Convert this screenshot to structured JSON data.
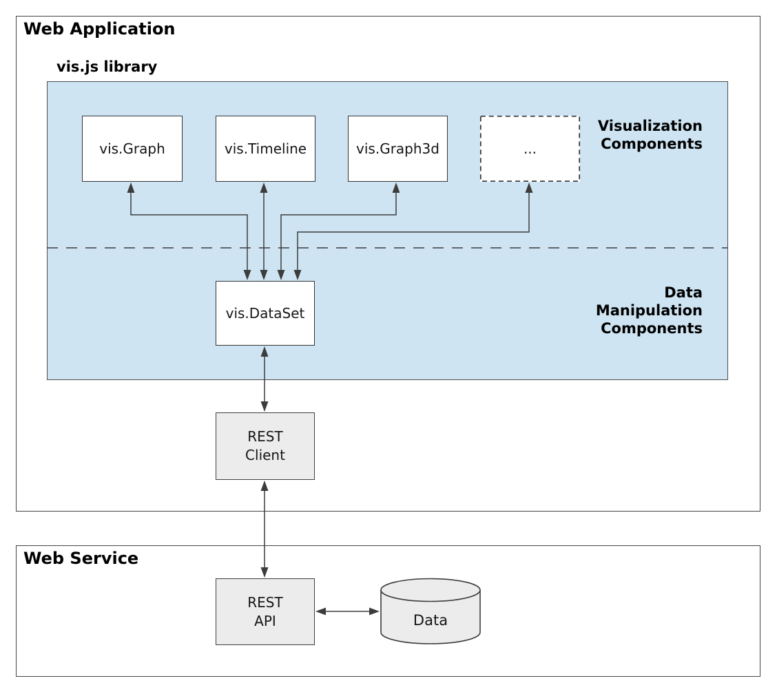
{
  "web_application": {
    "title": "Web Application",
    "visjs_library": {
      "title": "vis.js library",
      "section_labels": {
        "visualization": [
          "Visualization",
          "Components"
        ],
        "data_manipulation": [
          "Data",
          "Manipulation",
          "Components"
        ]
      },
      "visualization_components": [
        {
          "label": "vis.Graph",
          "border": "solid"
        },
        {
          "label": "vis.Timeline",
          "border": "solid"
        },
        {
          "label": "vis.Graph3d",
          "border": "solid"
        },
        {
          "label": "...",
          "border": "dashed"
        }
      ],
      "data_manipulation_components": [
        {
          "label": "vis.DataSet"
        }
      ]
    },
    "rest_client": {
      "label_lines": [
        "REST",
        "Client"
      ]
    }
  },
  "web_service": {
    "title": "Web Service",
    "rest_api": {
      "label_lines": [
        "REST",
        "API"
      ]
    },
    "data_store": {
      "label": "Data",
      "shape": "cylinder"
    }
  },
  "connections": [
    {
      "from": "vis.Graph",
      "to": "vis.DataSet",
      "bidirectional": true
    },
    {
      "from": "vis.Timeline",
      "to": "vis.DataSet",
      "bidirectional": true
    },
    {
      "from": "vis.Graph3d",
      "to": "vis.DataSet",
      "bidirectional": true
    },
    {
      "from": "...",
      "to": "vis.DataSet",
      "bidirectional": true
    },
    {
      "from": "vis.DataSet",
      "to": "REST Client",
      "bidirectional": true
    },
    {
      "from": "REST Client",
      "to": "REST API",
      "bidirectional": true
    },
    {
      "from": "REST API",
      "to": "Data",
      "bidirectional": true
    }
  ],
  "colors": {
    "library_fill": "#cee4f2",
    "box_fill_white": "#ffffff",
    "box_fill_gray": "#ececec",
    "box_border": "#333333",
    "outer_border": "#444444",
    "connector": "#3c3c3c",
    "text": "#111111"
  }
}
